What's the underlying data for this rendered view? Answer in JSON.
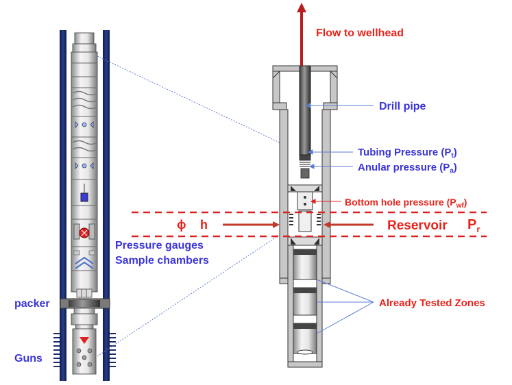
{
  "labels": {
    "flow_to_wellhead": "Flow to wellhead",
    "drill_pipe": "Drill pipe",
    "tubing_pressure": "Tubing Pressure (P",
    "tubing_pressure_sub": "t",
    "anular_pressure": "Anular pressure (P",
    "anular_pressure_sub": "a",
    "bottom_hole_pressure": "Bottom hole pressure (P",
    "bottom_hole_pressure_sub": "wf",
    "close_paren": ")",
    "phi": "ϕ",
    "h": "h",
    "reservoir": "Reservoir",
    "pr_main": "P",
    "pr_sub": "r",
    "pressure_gauges": "Pressure gauges",
    "sample_chambers": "Sample chambers",
    "packer": "packer",
    "guns": "Guns",
    "already_tested_zones": "Already Tested Zones"
  },
  "colors": {
    "red_label": "#e8241c",
    "blue_label": "#3a34d8",
    "casing": "#1b2c6b",
    "tool_gray": "#c9c9c9",
    "tool_dark": "#555555",
    "leader_blue": "#5b7bd6",
    "reservoir_dash": "#e02020"
  }
}
